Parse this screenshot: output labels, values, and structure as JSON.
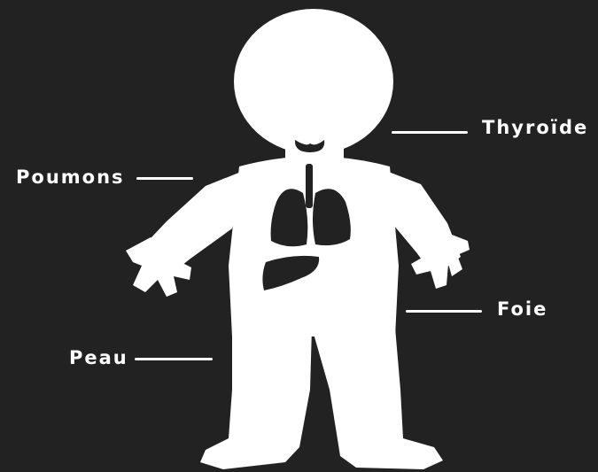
{
  "diagram": {
    "labels": {
      "thyroid": "Thyroïde",
      "lungs": "Poumons",
      "liver": "Foie",
      "skin": "Peau"
    }
  },
  "colors": {
    "background": "#222222",
    "figure": "#ffffff",
    "organs": "#222222",
    "text": "#ffffff"
  }
}
